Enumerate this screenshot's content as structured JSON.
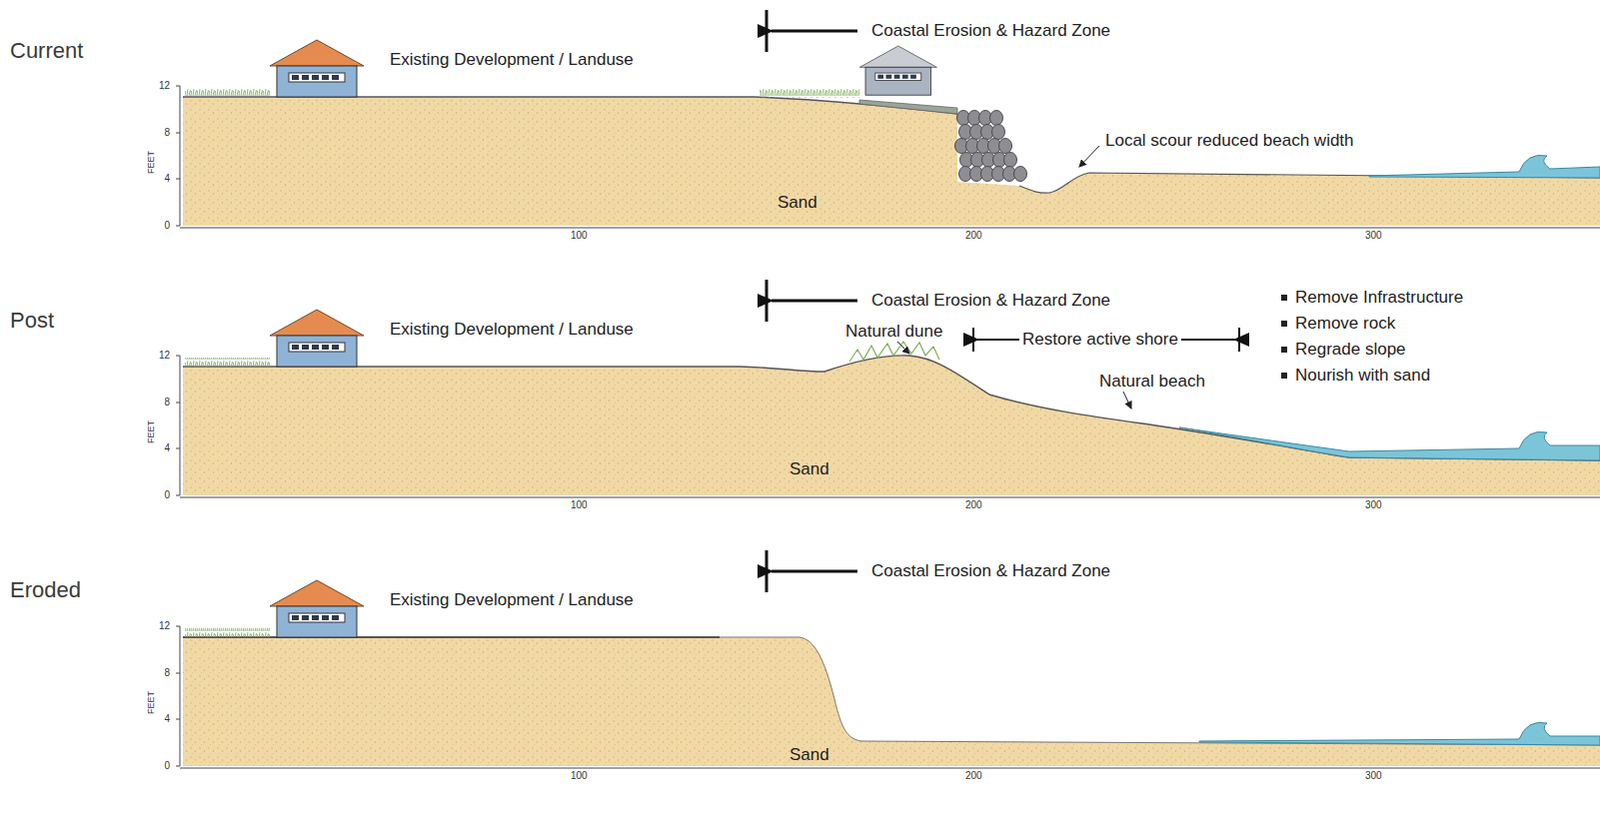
{
  "diagram": {
    "labels": [
      "Current",
      "Coastal Erosion & Hazard Zone",
      "Existing Development / Landuse",
      "FEET",
      "12",
      "8",
      "4",
      "0",
      "100",
      "200",
      "300",
      "Sand",
      "Local scour reduced beach width",
      "Post",
      "Coastal Erosion & Hazard Zone",
      "Existing Development / Landuse",
      "Natural dune",
      "Restore active shore",
      "Remove Infrastructure",
      "Remove rock",
      "Regrade slope",
      "Nourish with sand",
      "Natural beach",
      "FEET",
      "12",
      "8",
      "4",
      "0",
      "100",
      "200",
      "300",
      "Sand",
      "Eroded",
      "Coastal Erosion & Hazard Zone",
      "Existing Development / Landuse",
      "FEET",
      "12",
      "8",
      "4",
      "0",
      "100",
      "200",
      "300",
      "Sand"
    ]
  }
}
